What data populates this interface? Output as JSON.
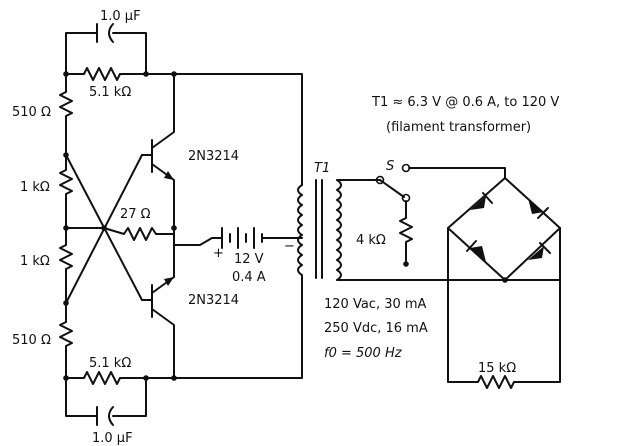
{
  "caps": {
    "top": "1.0 µF",
    "bottom": "1.0 µF"
  },
  "resistors": {
    "r_top_series": "5.1 kΩ",
    "r_bottom_series": "5.1 kΩ",
    "r_left_top": "510 Ω",
    "r_left_mid1": "1 kΩ",
    "r_left_mid2": "1 kΩ",
    "r_left_bottom": "510 Ω",
    "r_center": "27 Ω",
    "r_secondary": "4 kΩ",
    "r_load": "15 kΩ"
  },
  "transistors": {
    "q_top": "2N3214",
    "q_bottom": "2N3214"
  },
  "battery": {
    "voltage": "12 V",
    "current": "0.4 A",
    "plus": "+",
    "minus": "−"
  },
  "transformer": {
    "name": "T1",
    "note_line1": "T1 ≈ 6.3 V @ 0.6 A, to 120 V",
    "note_line2": "(filament transformer)"
  },
  "switch": {
    "name": "S"
  },
  "output_specs": {
    "line1": "120 Vac, 30 mA",
    "line2": "250 Vdc, 16 mA",
    "line3": "f0 = 500 Hz"
  }
}
